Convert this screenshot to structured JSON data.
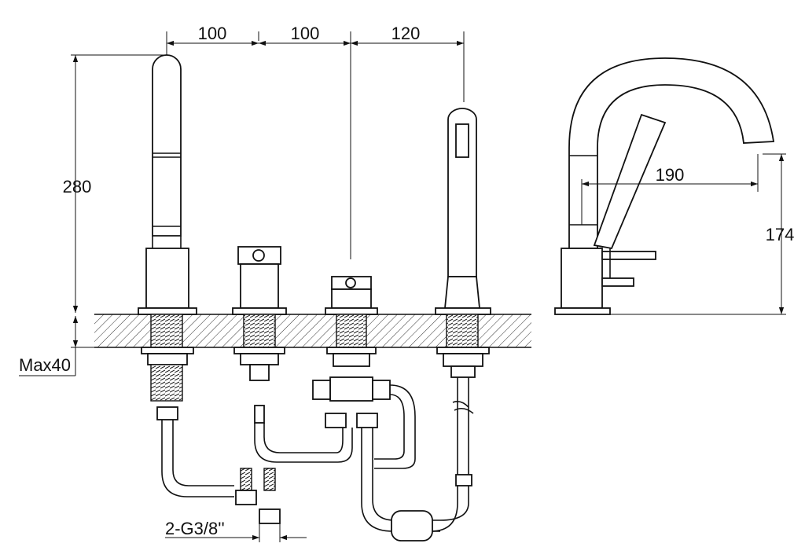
{
  "dimensions": {
    "spacing_1": "100",
    "spacing_2": "100",
    "spacing_3": "120",
    "spout_height": "280",
    "deck_thickness": "Max40",
    "connection": "2-G3/8''",
    "spout_reach": "190",
    "outlet_height": "174"
  },
  "colors": {
    "line": "#111111",
    "background": "#ffffff"
  }
}
